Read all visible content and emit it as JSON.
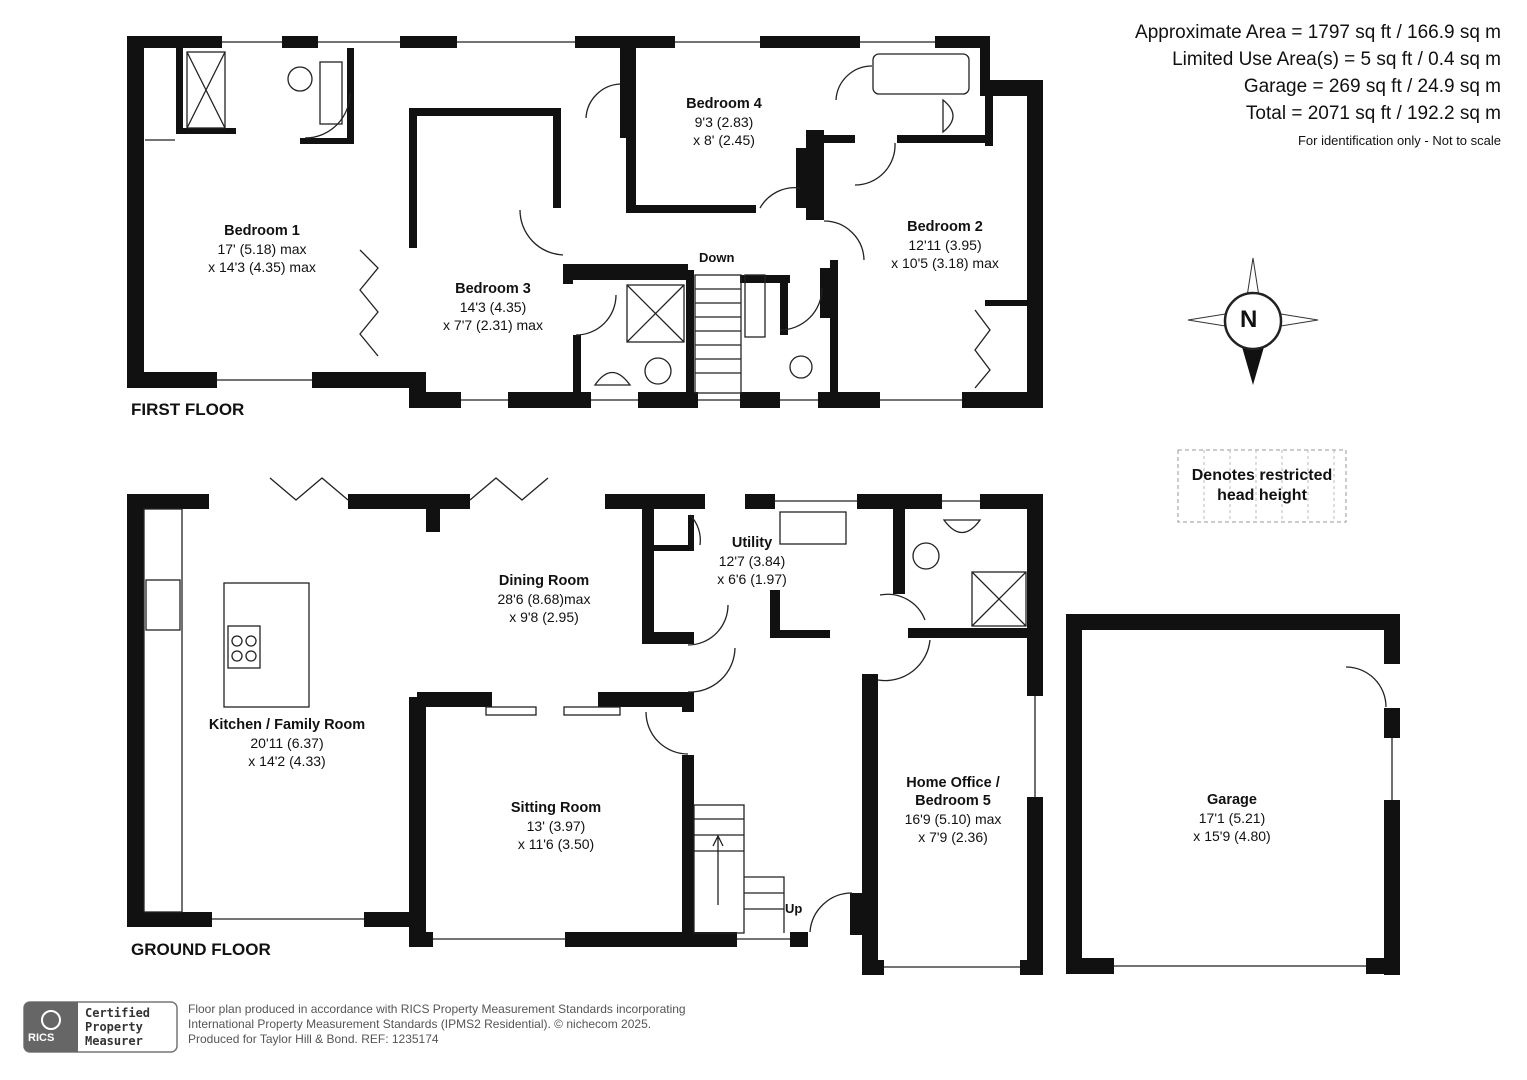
{
  "areas": {
    "approximate": "Approximate Area = 1797 sq ft / 166.9 sq m",
    "limited_use": "Limited Use Area(s) = 5 sq ft / 0.4 sq m",
    "garage": "Garage = 269 sq ft / 24.9 sq m",
    "total": "Total = 2071 sq ft / 192.2 sq m",
    "note": "For identification only - Not to scale"
  },
  "floors": {
    "first": "FIRST FLOOR",
    "ground": "GROUND FLOOR"
  },
  "rooms": {
    "bedroom1": {
      "name": "Bedroom 1",
      "dim1": "17' (5.18) max",
      "dim2": "x 14'3 (4.35) max"
    },
    "bedroom2": {
      "name": "Bedroom 2",
      "dim1": "12'11 (3.95)",
      "dim2": "x 10'5 (3.18) max"
    },
    "bedroom3": {
      "name": "Bedroom 3",
      "dim1": "14'3 (4.35)",
      "dim2": "x 7'7 (2.31) max"
    },
    "bedroom4": {
      "name": "Bedroom 4",
      "dim1": "9'3 (2.83)",
      "dim2": "x 8' (2.45)"
    },
    "dining": {
      "name": "Dining Room",
      "dim1": "28'6 (8.68)max",
      "dim2": "x 9'8 (2.95)"
    },
    "utility": {
      "name": "Utility",
      "dim1": "12'7 (3.84)",
      "dim2": "x 6'6 (1.97)"
    },
    "kitchen": {
      "name": "Kitchen / Family Room",
      "dim1": "20'11 (6.37)",
      "dim2": "x 14'2 (4.33)"
    },
    "sitting": {
      "name": "Sitting Room",
      "dim1": "13' (3.97)",
      "dim2": "x 11'6 (3.50)"
    },
    "office": {
      "name1": "Home Office /",
      "name2": "Bedroom 5",
      "dim1": "16'9 (5.10) max",
      "dim2": "x 7'9 (2.36)"
    },
    "garage": {
      "name": "Garage",
      "dim1": "17'1 (5.21)",
      "dim2": "x 15'9 (4.80)"
    }
  },
  "stairs": {
    "down": "Down",
    "up": "Up"
  },
  "compass": {
    "letter": "N"
  },
  "legend": {
    "line1": "Denotes restricted",
    "line2": "head height"
  },
  "footer": {
    "logo_word": "RICS",
    "cert1": "Certified",
    "cert2": "Property",
    "cert3": "Measurer",
    "line1": "Floor plan produced in accordance with RICS Property Measurement Standards incorporating",
    "line2": "International Property Measurement Standards (IPMS2 Residential).  © nichecom 2025.",
    "line3": "Produced for Taylor Hill & Bond.   REF: 1235174"
  },
  "colors": {
    "wall": "#111111",
    "fixture": "#333333",
    "footer_gray": "#666666"
  }
}
